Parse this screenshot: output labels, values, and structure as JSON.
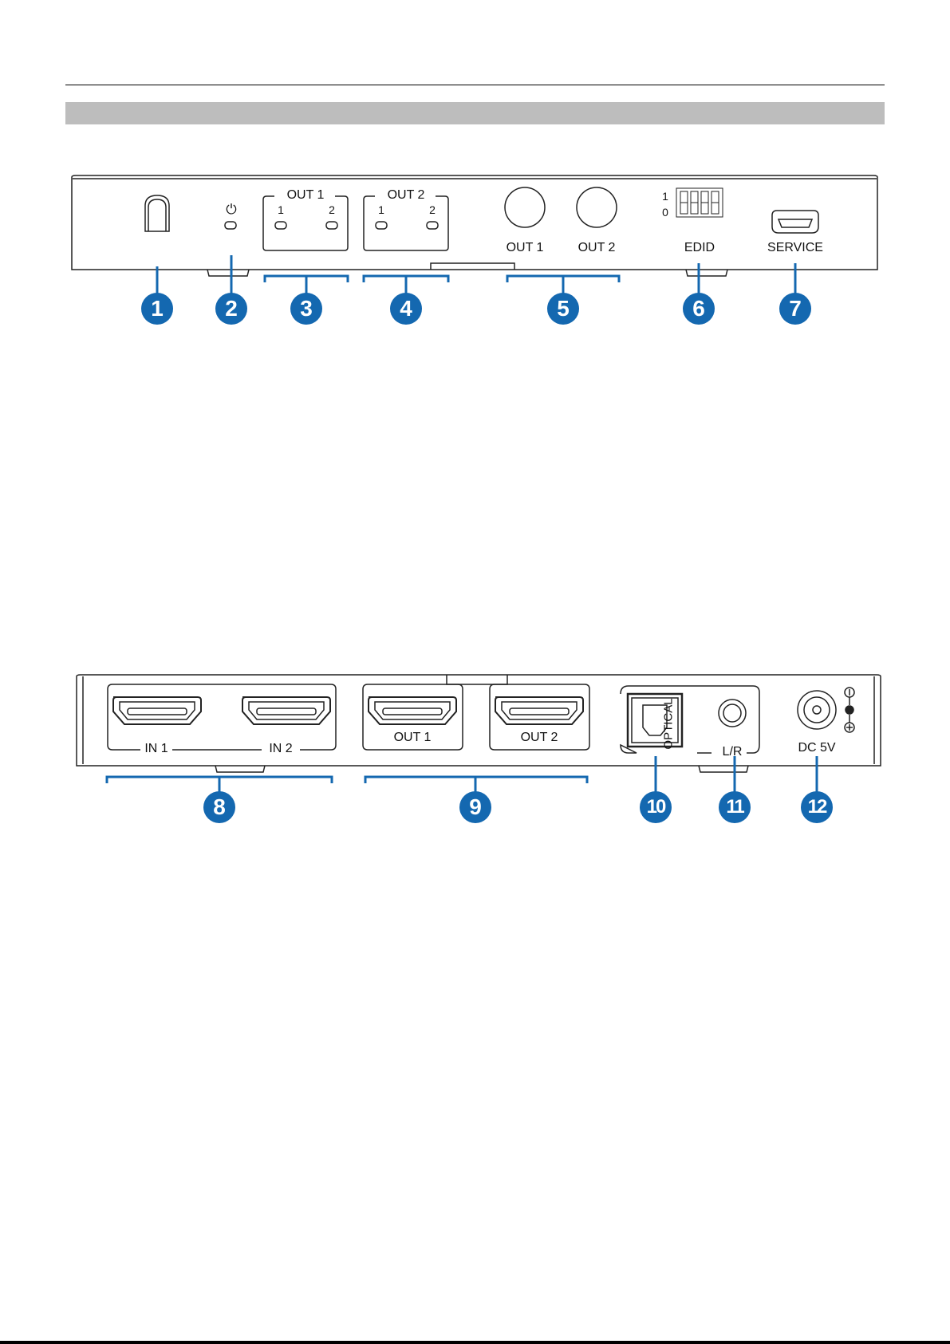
{
  "front_panel": {
    "led_group_1": {
      "title": "OUT 1",
      "led_1": "1",
      "led_2": "2"
    },
    "led_group_2": {
      "title": "OUT 2",
      "led_1": "1",
      "led_2": "2"
    },
    "button_labels": [
      "OUT 1",
      "OUT 2"
    ],
    "edid": {
      "label": "EDID",
      "switch_on": "1",
      "switch_off": "0"
    },
    "service_label": "SERVICE",
    "power_symbol": "⏻"
  },
  "rear_panel": {
    "hdmi_in_labels": [
      "IN 1",
      "IN 2"
    ],
    "hdmi_out_labels": [
      "OUT 1",
      "OUT 2"
    ],
    "optical_label": "OPTICAL",
    "lr_label": "L/R",
    "dc_label": "DC 5V"
  },
  "callouts": [
    "1",
    "2",
    "3",
    "4",
    "5",
    "6",
    "7",
    "8",
    "9",
    "10",
    "11",
    "12"
  ],
  "colors": {
    "callout": "#1468b0",
    "header_bar": "#bdbdbd"
  }
}
